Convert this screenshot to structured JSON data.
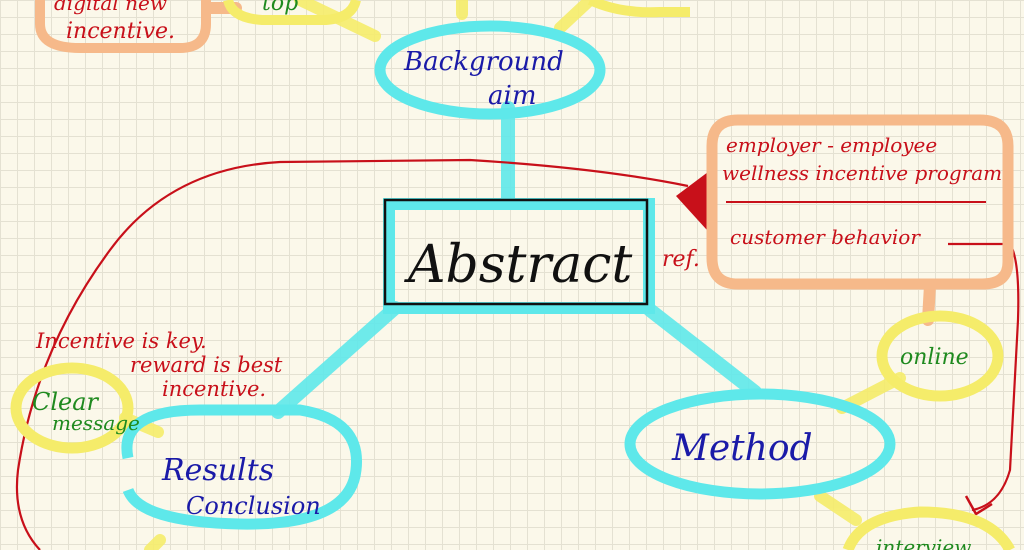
{
  "nodes": {
    "top_left": {
      "line1": "digital new",
      "line2": "incentive."
    },
    "top_partial": "top",
    "background": {
      "line1": "Background",
      "line2": "aim"
    },
    "abstract": "Abstract",
    "ref_label": "ref.",
    "ref_box": {
      "line1": "employer - employee",
      "line2": "wellness incentive program",
      "line3": "customer behavior"
    },
    "online": "online",
    "method": "Method",
    "results": {
      "line1": "Results",
      "line2": "Conclusion"
    },
    "results_notes": {
      "line1": "Incentive is key.",
      "line2": "reward is best",
      "line3": "incentive."
    },
    "clear_message": {
      "line1": "Clear",
      "line2": "message"
    },
    "interview_partial": "interview"
  },
  "colors": {
    "cyan": "#5ee8ea",
    "yellow": "#f5ec6a",
    "orange": "#f6b98a",
    "red_ink": "#c8101a",
    "blue_ink": "#1a1aa8",
    "green_ink": "#1f8a1f",
    "black_ink": "#111111"
  }
}
